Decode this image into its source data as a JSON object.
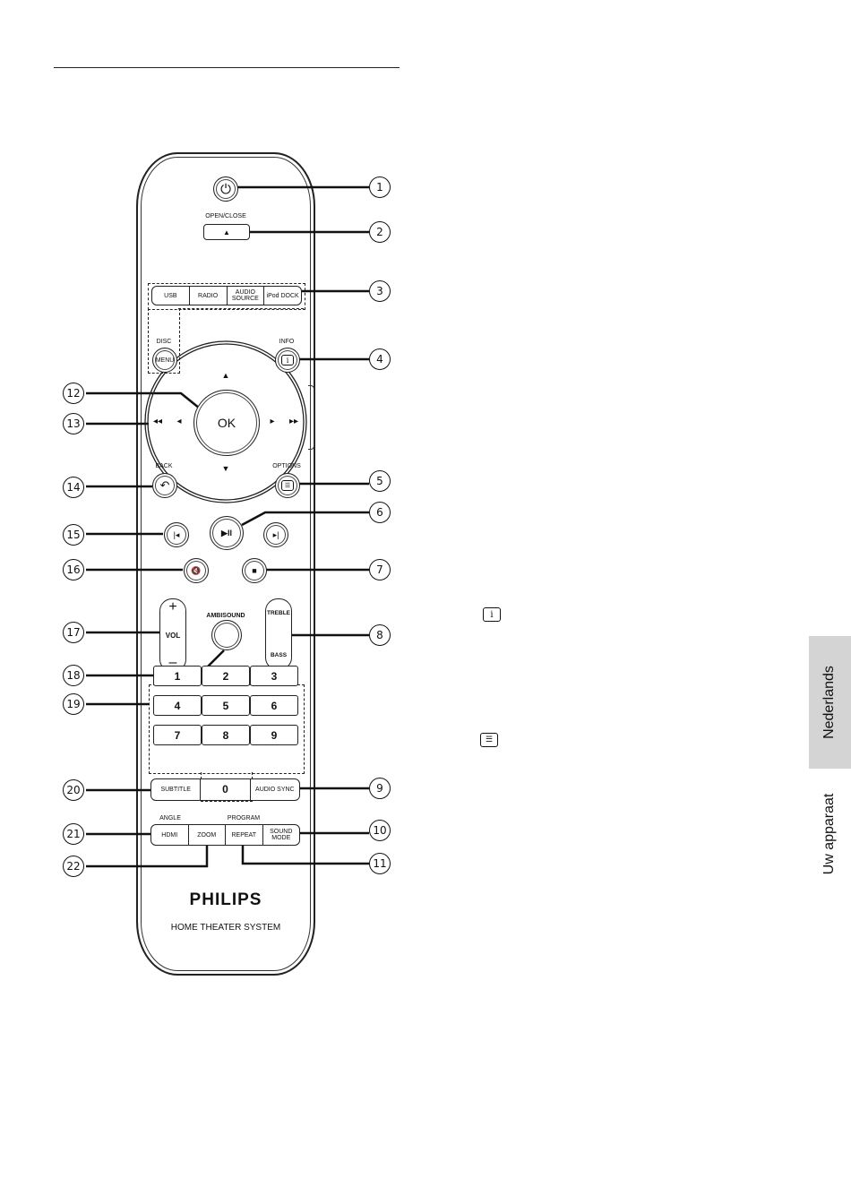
{
  "remote": {
    "power_icon": "power-icon",
    "open_close_label": "OPEN/CLOSE",
    "eject_icon": "▲",
    "source_buttons": [
      "USB",
      "RADIO",
      "AUDIO SOURCE",
      "iPod DOCK"
    ],
    "disc_label": "DISC",
    "menu_label": "MENU",
    "info_label": "INFO",
    "info_glyph": "i",
    "ok_label": "OK",
    "nav": {
      "up": "▲",
      "down": "▼",
      "left": "◂",
      "right": "▸",
      "rew": "◂◂",
      "ffw": "▸▸"
    },
    "back_label": "BACK",
    "back_glyph": "↶",
    "options_label": "OPTIONS",
    "options_glyph": "☰",
    "prev_glyph": "|◂",
    "play_pause_glyph": "▶II",
    "next_glyph": "▸|",
    "mute_glyph": "🔇",
    "stop_glyph": "■",
    "vol_plus": "+",
    "vol_label": "VOL",
    "vol_minus": "–",
    "ambisound_label": "AMBISOUND",
    "treble_label": "TREBLE",
    "bass_label": "BASS",
    "numbers": [
      "1",
      "2",
      "3",
      "4",
      "5",
      "6",
      "7",
      "8",
      "9",
      "0"
    ],
    "subtitle_label": "SUBTITLE",
    "audio_sync_label": "AUDIO SYNC",
    "angle_label": "ANGLE",
    "program_label": "PROGRAM",
    "bottom_buttons": [
      "HDMI",
      "ZOOM",
      "REPEAT",
      "SOUND MODE"
    ],
    "brand": "PHILIPS",
    "product": "HOME THEATER SYSTEM"
  },
  "callouts": [
    "1",
    "2",
    "3",
    "4",
    "5",
    "6",
    "7",
    "8",
    "9",
    "10",
    "11",
    "12",
    "13",
    "14",
    "15",
    "16",
    "17",
    "18",
    "19",
    "20",
    "21",
    "22"
  ],
  "body_icons": {
    "info_glyph": "i",
    "options_glyph": "☰"
  },
  "side_tabs": {
    "active": "Nederlands",
    "section": "Uw apparaat"
  }
}
